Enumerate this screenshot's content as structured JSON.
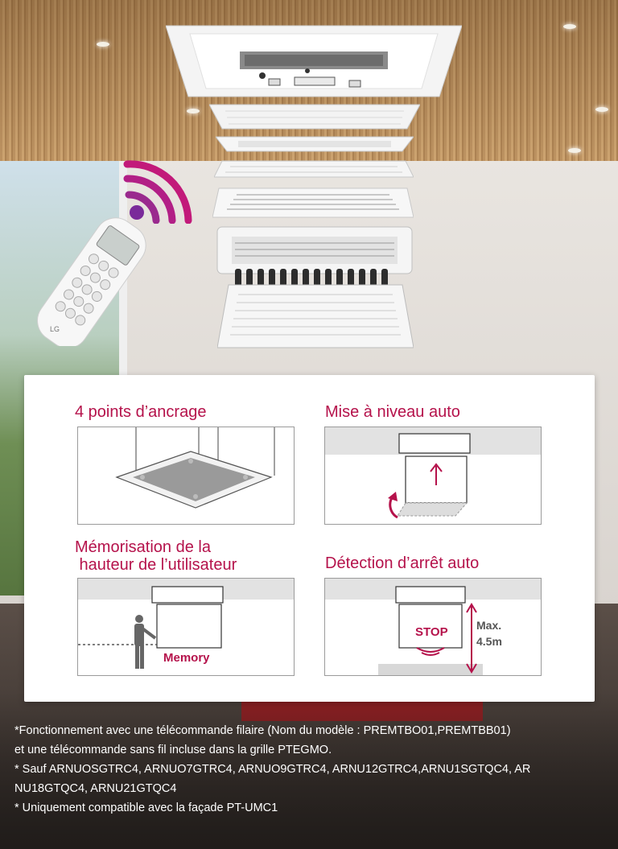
{
  "features": [
    {
      "title": "4 points d’ancrage"
    },
    {
      "title": "Mise à niveau auto"
    },
    {
      "title_line1": "Mémorisation de la",
      "title_line2": " hauteur de l’utilisateur"
    },
    {
      "title": "Détection d’arrêt auto"
    }
  ],
  "illustration_labels": {
    "memory": "Memory",
    "stop": "STOP",
    "max_line1": "Max.",
    "max_line2": "4.5m"
  },
  "remote_brand": "LG",
  "footnotes": [
    "*Fonctionnement avec une télécommande filaire (Nom du modèle : PREMTBO01,PREMTBB01)",
    "et une télécommande sans fil incluse dans la grille PTEGMO.",
    "* Sauf ARNUOSGTRC4, ARNUO7GTRC4, ARNUO9GTRC4, ARNU12GTRC4,ARNU1SGTQC4, AR",
    "NU18GTQC4, ARNU21GTQC4",
    "* Uniquement compatible avec la façade PT-UMC1"
  ],
  "colors": {
    "accent": "#b5124b",
    "wifi_magenta": "#c21a7a",
    "wifi_purple": "#7a2a9a"
  }
}
